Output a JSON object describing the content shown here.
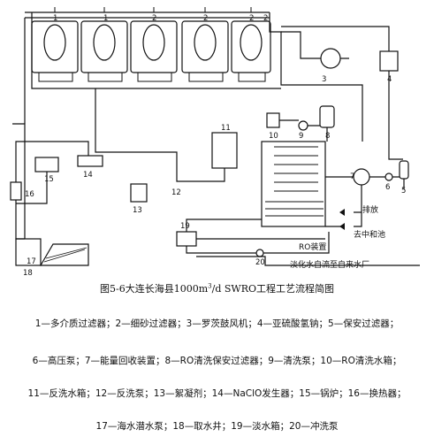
{
  "diagram": {
    "unit_labels": [
      "1",
      "1",
      "2",
      "2",
      "2",
      "2",
      "3",
      "4",
      "5",
      "6",
      "7",
      "8",
      "9",
      "10",
      "11",
      "12",
      "13",
      "14",
      "15",
      "16",
      "17",
      "18",
      "19",
      "20"
    ],
    "text_discharge": "排放",
    "text_neutral_pool": "去中和池",
    "text_ro_device": "RO装置",
    "text_to_water_plant": "淡化水自流至自来水厂"
  },
  "caption": {
    "prefix": "图5-6大连长海县1000m",
    "sup": "3",
    "suffix": "/d SWRO工程工艺流程简图"
  },
  "legend": {
    "line1": "1—多介质过滤器；2—细砂过滤器；3—罗茨鼓风机；4—亚硫酸氢钠；5—保安过滤器；",
    "line2": "6—高压泵；7—能量回收装置；8—RO清洗保安过滤器；9—清洗泵；10—RO清洗水箱；",
    "line3": "11—反洗水箱；12—反洗泵；13—絮凝剂；14—NaClO发生器；15—锅炉；16—换热器；",
    "line4": "17—海水潜水泵；18—取水井；19—淡水箱；20—冲洗泵"
  }
}
